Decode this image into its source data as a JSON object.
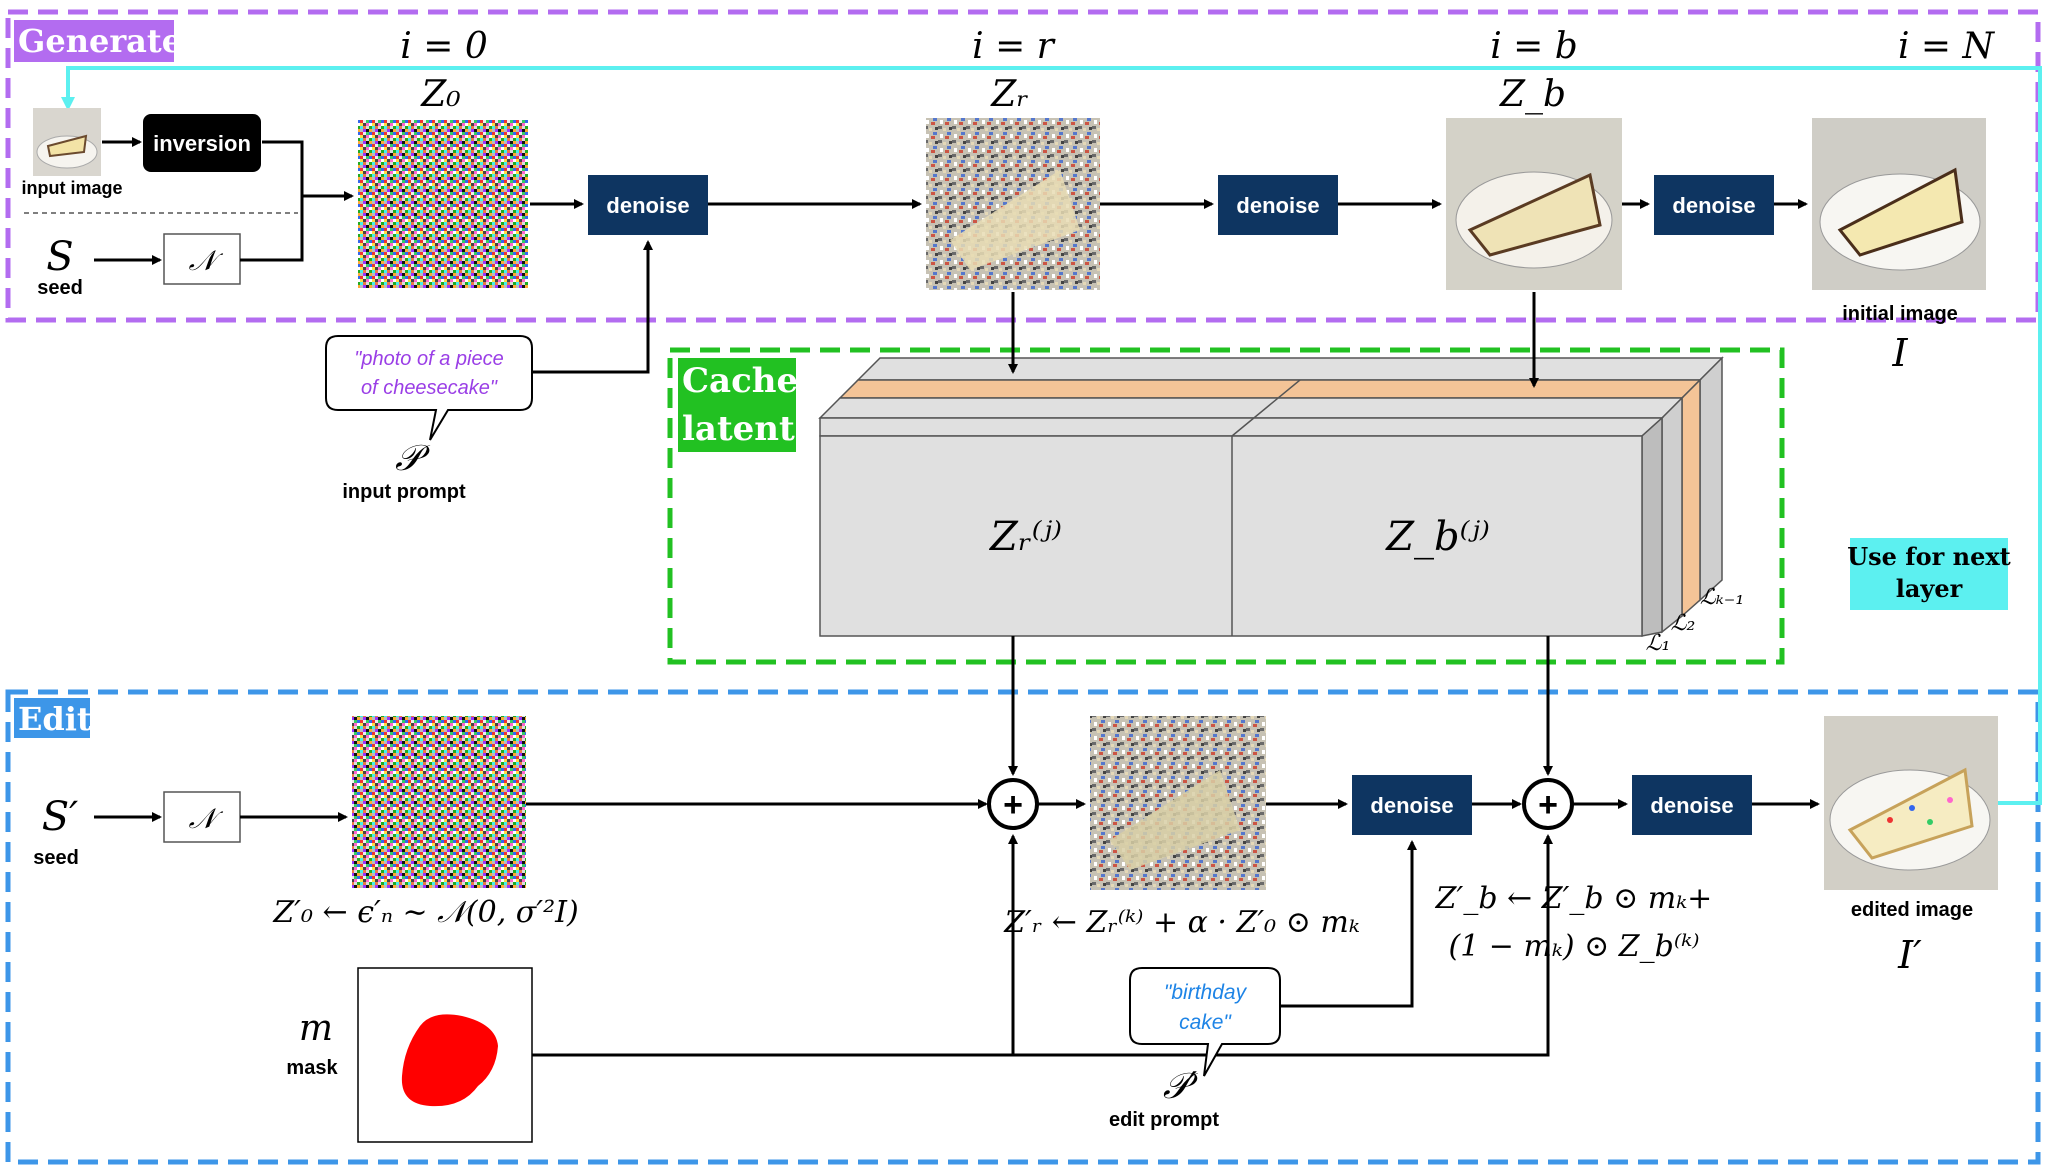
{
  "sections": {
    "generate": {
      "title": "Generate",
      "color": "#b36cf0"
    },
    "edit": {
      "title": "Edit",
      "color": "#3d96e8"
    },
    "cache": {
      "title_line1": "Cache",
      "title_line2": "latents",
      "color": "#22c122"
    },
    "next_layer": {
      "line1": "Use for next",
      "line2": "layer",
      "color": "#5cf0f0"
    }
  },
  "steps": {
    "i0": "i = 0",
    "ir": "i = r",
    "ib": "i = b",
    "iN": "i = N"
  },
  "generate": {
    "input_image_label": "input image",
    "inversion_label": "inversion",
    "seed_symbol": "S",
    "seed_label": "seed",
    "normal_symbol": "𝒩",
    "z0": "Z₀",
    "zr": "Zᵣ",
    "zb": "Z_b",
    "denoise": "denoise",
    "initial_image_label": "initial image",
    "initial_image_symbol": "I",
    "prompt_text_line1": "\"photo of a piece",
    "prompt_text_line2": "of cheesecake\"",
    "prompt_symbol": "𝒫",
    "prompt_label": "input prompt"
  },
  "cache": {
    "zr_j": "Zᵣ⁽ʲ⁾",
    "zb_j": "Z_b⁽ʲ⁾",
    "layer1": "ℒ₁",
    "layer2": "ℒ₂",
    "layerk": "ℒₖ₋₁"
  },
  "edit": {
    "seed_symbol": "S′",
    "seed_label": "seed",
    "normal_symbol": "𝒩",
    "z0_formula": "Z′₀ ← ϵ′ₙ ∼ 𝒩(0, σ′²I)",
    "zr_formula": "Z′ᵣ ← Zᵣ⁽ᵏ⁾ + α · Z′₀ ⊙ mₖ",
    "zb_formula_line1": "Z′_b ← Z′_b ⊙ mₖ+",
    "zb_formula_line2": "(1 − mₖ) ⊙ Z_b⁽ᵏ⁾",
    "denoise": "denoise",
    "plus": "+",
    "mask_symbol": "m",
    "mask_label": "mask",
    "prompt_text_line1": "\"birthday",
    "prompt_text_line2": "cake\"",
    "prompt_symbol": "𝒫′",
    "prompt_label": "edit prompt",
    "edited_image_label": "edited image",
    "edited_image_symbol": "I′"
  },
  "colors": {
    "denoise_bg": "#0e3561",
    "prompt_generate": "#9a3ee6",
    "prompt_edit": "#1e84e6",
    "mask_red": "#ff0000",
    "cache_orange": "#f4c497"
  }
}
